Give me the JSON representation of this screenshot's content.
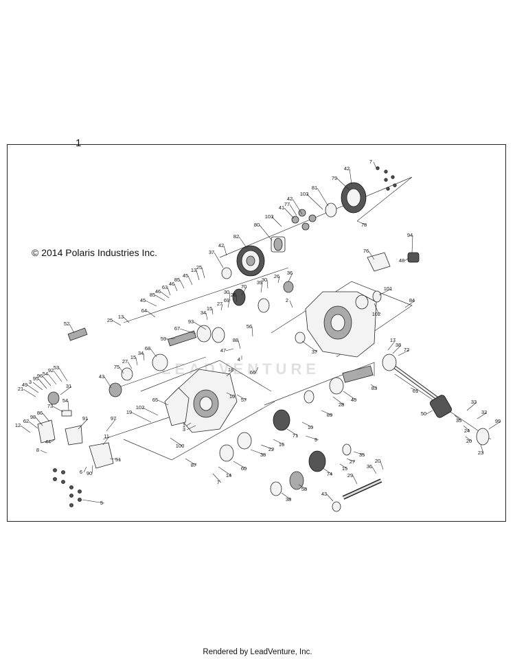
{
  "figure_number": "1",
  "copyright": "© 2014 Polaris Industries Inc.",
  "watermark": "LEADVENTURE",
  "footer": "Rendered by LeadVenture, Inc.",
  "callouts": [
    "1",
    "2",
    "3",
    "4",
    "5",
    "6",
    "7",
    "8",
    "9",
    "10",
    "11",
    "12",
    "13",
    "14",
    "15",
    "16",
    "17",
    "18",
    "19",
    "20",
    "21",
    "22",
    "23",
    "24",
    "25",
    "26",
    "27",
    "28",
    "29",
    "30",
    "31",
    "32",
    "33",
    "34",
    "35",
    "36",
    "37",
    "38",
    "39",
    "40",
    "41",
    "42",
    "43",
    "44",
    "45",
    "46",
    "47",
    "48",
    "49",
    "50",
    "51",
    "52",
    "53",
    "54",
    "55",
    "56",
    "57",
    "58",
    "59",
    "60",
    "61",
    "62",
    "63",
    "64",
    "65",
    "66",
    "67",
    "68",
    "69",
    "70",
    "71",
    "72",
    "73",
    "74",
    "75",
    "76",
    "77",
    "78",
    "79",
    "80",
    "81",
    "82",
    "83",
    "84",
    "85",
    "86",
    "87",
    "88",
    "89",
    "90",
    "91",
    "92",
    "93",
    "94",
    "95",
    "96",
    "97",
    "98",
    "99",
    "100",
    "101",
    "102",
    "103"
  ]
}
